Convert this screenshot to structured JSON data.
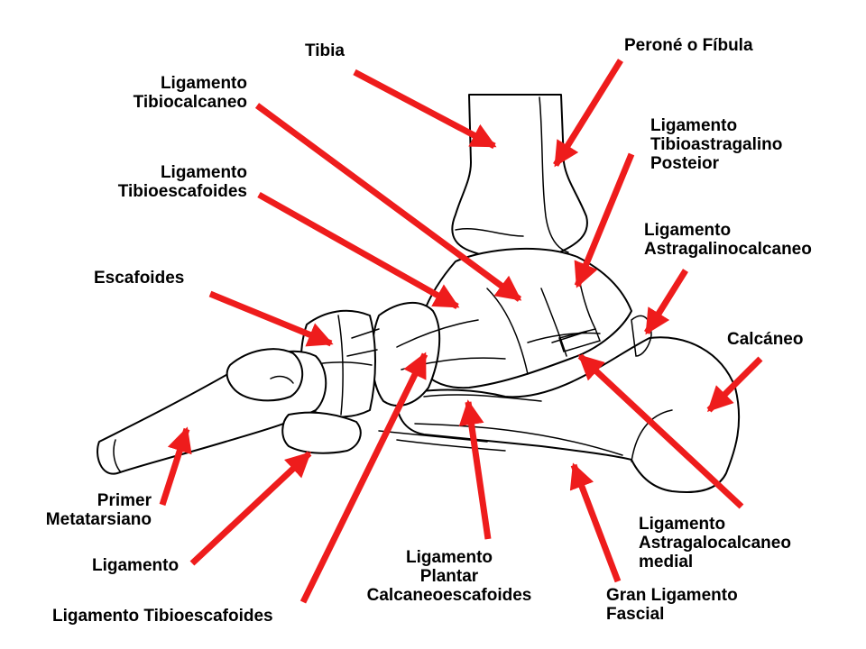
{
  "colors": {
    "arrow": "#ee1c1c",
    "outline": "#000000",
    "background": "#ffffff"
  },
  "labels": {
    "tibia": [
      "Tibia"
    ],
    "perone": [
      "Peroné o Fíbula"
    ],
    "lig_tibiocalcaneo": [
      "Ligamento",
      "Tibiocalcaneo"
    ],
    "lig_tibioastragalino": [
      "Ligamento",
      "Tibioastragalino",
      "Posteior"
    ],
    "lig_tibioescafoides": [
      "Ligamento",
      "Tibioescafoides"
    ],
    "lig_astragalinocalcaneo": [
      "Ligamento",
      "Astragalinocalcaneo"
    ],
    "escafoides": [
      "Escafoides"
    ],
    "calcaneo": [
      "Calcáneo"
    ],
    "primer_metatarsiano": [
      "Primer",
      "Metatarsiano"
    ],
    "lig_astragalocalcaneo_medial": [
      "Ligamento",
      "Astragalocalcaneo",
      "medial"
    ],
    "ligamento": [
      "Ligamento"
    ],
    "lig_plantar": [
      "Ligamento",
      "Plantar",
      "Calcaneoescafoides"
    ],
    "gran_ligamento": [
      "Gran Ligamento",
      "Fascial"
    ],
    "lig_tibioescafoides_bottom": [
      "Ligamento Tibioescafoides"
    ]
  }
}
